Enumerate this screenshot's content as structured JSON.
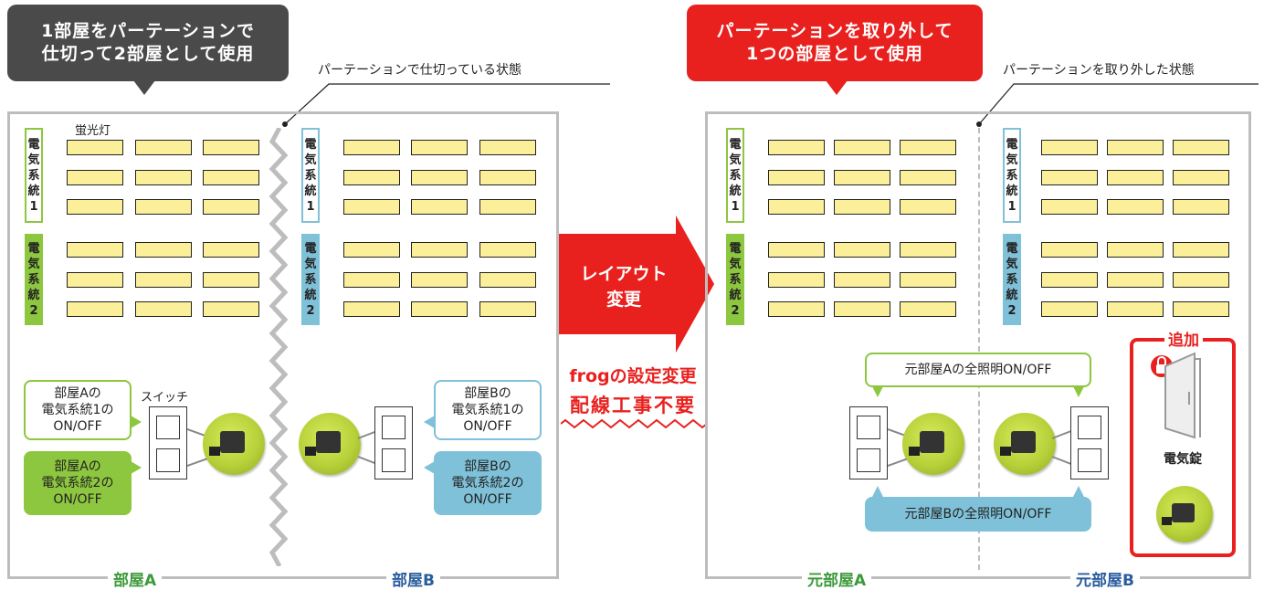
{
  "left": {
    "header": "1部屋をパーテーションで\n仕切って2部屋として使用",
    "callout": "パーテーションで仕切っている状態",
    "lamp_label": "蛍光灯",
    "switch_label": "スイッチ",
    "sys1": [
      "電",
      "気",
      "系",
      "統",
      "1"
    ],
    "sys2": [
      "電",
      "気",
      "系",
      "統",
      "2"
    ],
    "roomA_sys1": "部屋Aの\n電気系統1の\nON/OFF",
    "roomA_sys2": "部屋Aの\n電気系統2の\nON/OFF",
    "roomB_sys1": "部屋Bの\n電気系統1の\nON/OFF",
    "roomB_sys2": "部屋Bの\n電気系統2の\nON/OFF",
    "room_a": "部屋A",
    "room_b": "部屋B"
  },
  "middle": {
    "arrow_text": "レイアウト\n変更",
    "note1": "frogの設定変更",
    "note2": "配線工事不要"
  },
  "right": {
    "header": "パーテーションを取り外して\n1つの部屋として使用",
    "callout": "パーテーションを取り外した状態",
    "sys1": [
      "電",
      "気",
      "系",
      "統",
      "1"
    ],
    "sys2": [
      "電",
      "気",
      "系",
      "統",
      "2"
    ],
    "all_a": "元部屋Aの全照明ON/OFF",
    "all_b": "元部屋Bの全照明ON/OFF",
    "added": "追加",
    "lock_label": "電気錠",
    "room_a": "元部屋A",
    "room_b": "元部屋B"
  },
  "colors": {
    "dark_header": "#4a4a4a",
    "red": "#e8211f",
    "green": "#8dc63f",
    "blue": "#7fc1d8",
    "lamp": "#fbef9a"
  }
}
